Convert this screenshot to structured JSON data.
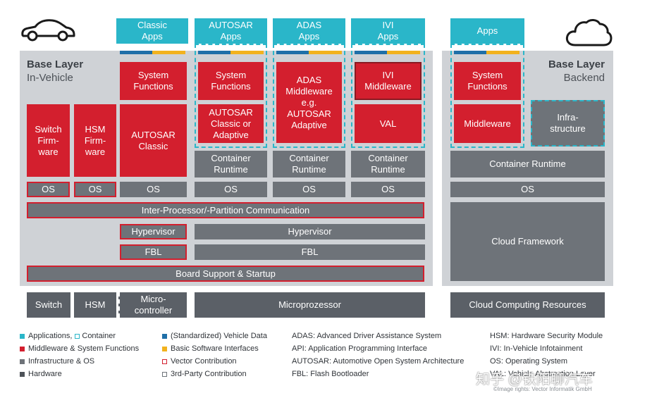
{
  "apps": {
    "classic": "Classic\nApps",
    "autosar": "AUTOSAR\nApps",
    "adas": "ADAS\nApps",
    "ivi": "IVI\nApps",
    "backend": "Apps"
  },
  "invehicle": {
    "title": "Base Layer",
    "subtitle": "In-Vehicle",
    "switch_fw": "Switch\nFirm-\nware",
    "hsm_fw": "HSM\nFirm-\nware",
    "sys_func_1": "System\nFunctions",
    "autosar_classic": "AUTOSAR\nClassic",
    "sys_func_2": "System\nFunctions",
    "autosar_classic_adaptive": "AUTOSAR\nClassic or\nAdaptive",
    "adas_mw": "ADAS\nMiddleware\ne.g.\nAUTOSAR\nAdaptive",
    "ivi_mw": "IVI\nMiddleware",
    "val": "VAL",
    "container_1": "Container\nRuntime",
    "container_2": "Container\nRuntime",
    "container_3": "Container\nRuntime",
    "os": "OS",
    "ipc": "Inter-Processor/-Partition Communication",
    "hypervisor_1": "Hypervisor",
    "hypervisor_2": "Hypervisor",
    "fbl_1": "FBL",
    "fbl_2": "FBL",
    "bsp": "Board Support & Startup"
  },
  "backend": {
    "title": "Base Layer",
    "subtitle": "Backend",
    "sys_func": "System\nFunctions",
    "middleware": "Middleware",
    "infra": "Infra-\nstructure",
    "container": "Container Runtime",
    "os": "OS",
    "cloud": "Cloud Framework"
  },
  "hardware": {
    "switch": "Switch",
    "hsm": "HSM",
    "micro": "Micro-\ncontroller",
    "microprozessor": "Microprozessor",
    "cloud_res": "Cloud Computing Resources"
  },
  "legend": {
    "col1": [
      "Applications,",
      "Container",
      "Middleware & System Functions",
      "Infrastructure & OS",
      "Hardware"
    ],
    "col2": [
      "(Standardized) Vehicle Data",
      "Basic Software Interfaces",
      "Vector Contribution",
      "3rd-Party Contribution"
    ],
    "col3": [
      "ADAS: Advanced Driver Assistance System",
      "API: Application Programming Interface",
      "AUTOSAR: Automotive Open System Architecture",
      "FBL: Flash Bootloader"
    ],
    "col4": [
      "HSM: Hardware Security Module",
      "IVI: In-Vehicle Infotainment",
      "OS: Operating System",
      "VAL: Vehicle Abstraction Layer"
    ]
  },
  "watermark": "知乎 @铁阳聊汽车",
  "credit": "©Image rights: Vector Informatik GmbH",
  "colors": {
    "red": "#d31f2e",
    "grey": "#6e7379",
    "cyan": "#2ab6c9",
    "blue": "#1f6fa8",
    "yellow": "#f2b21e",
    "panel": "#cfd2d6"
  },
  "icons": [
    "car-icon",
    "cloud-icon"
  ]
}
